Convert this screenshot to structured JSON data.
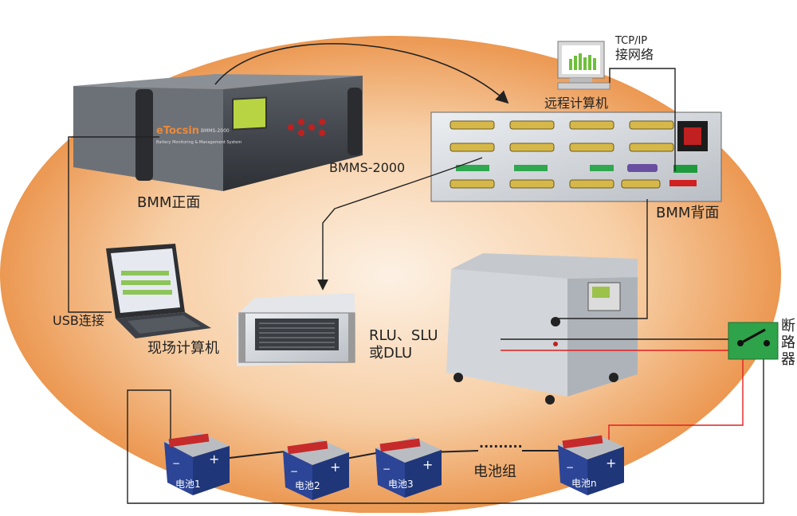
{
  "labels": {
    "bmm_front": "BMM正面",
    "bmms": "BMMS-2000",
    "remote_pc": "远程计算机",
    "tcp_ip": "TCP/IP",
    "network_conn": "接网络",
    "bmm_back": "BMM背面",
    "usb_conn": "USB连接",
    "field_pc": "现场计算机",
    "rlu_line1": "RLU、SLU",
    "rlu_line2": "或DLU",
    "breaker_line1": "断",
    "breaker_line2": "路",
    "breaker_line3": "器",
    "battery_group": "电池组",
    "ellipsis": "·········",
    "battery_1": "电池1",
    "battery_2": "电池2",
    "battery_3": "电池3",
    "battery_n": "电池n",
    "brand_front": "eTocsin",
    "model_front": "BMMS-2000",
    "subtitle_front": "Battery Monitoring & Management System",
    "plus": "+",
    "minus": "−"
  },
  "colors": {
    "ellipse_center": "#fdf1e4",
    "ellipse_edge": "#e98a3c",
    "breaker_green": "#2ea34a",
    "wire_red": "#e02020",
    "battery_blue": "#27408f"
  }
}
